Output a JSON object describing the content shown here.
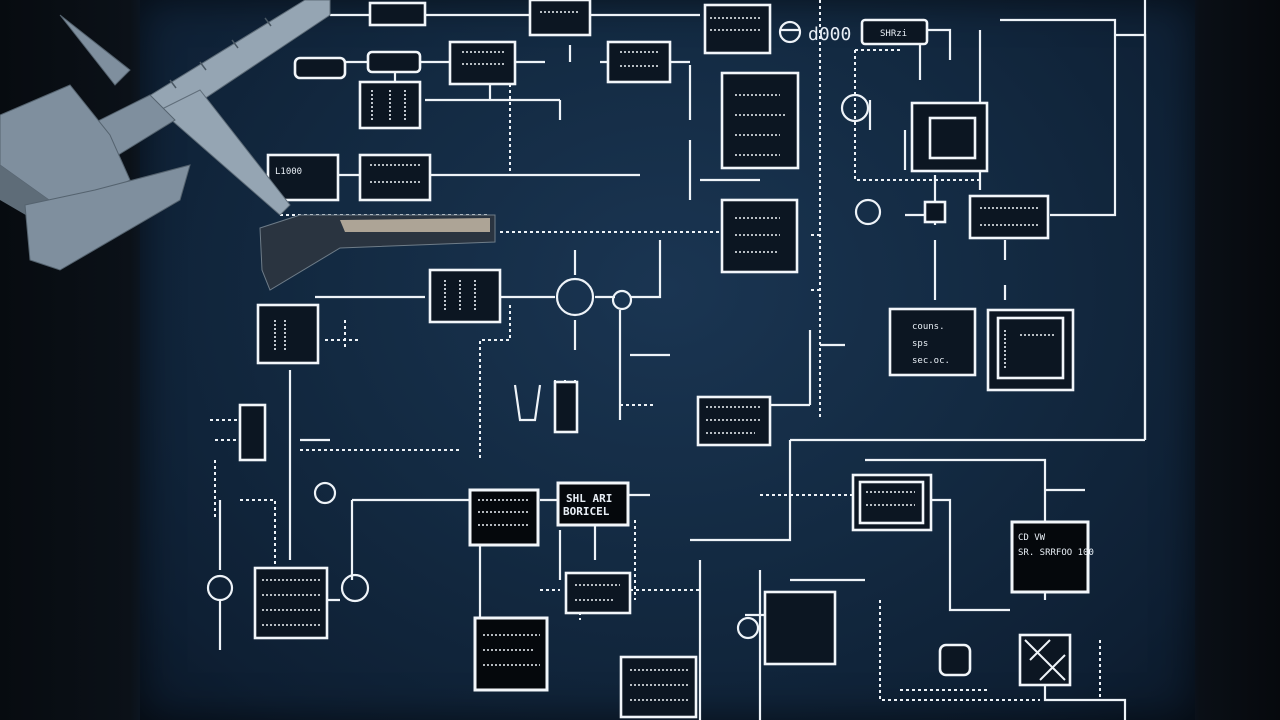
{
  "scene": {
    "description": "Blueprint-style electronic schematic drawn in white chalk on a dark navy board, with a steel vernier caliper at the top-left",
    "colors": {
      "board": "#14273d",
      "lines": "#eef3f8",
      "caliper": "#8a9aa9",
      "background": "#0a0f16"
    }
  },
  "labels": {
    "top_counter": "d000",
    "top_box": "SHRzi",
    "right_box_lines": [
      "couns.",
      "sps",
      "sec.oc."
    ],
    "center_box_lines": [
      "SHL ARI",
      "BORICEL"
    ],
    "lower_right_box_lines": [
      "CD VW",
      "SR. SRRFOO 100"
    ],
    "left_box": "L1000"
  }
}
